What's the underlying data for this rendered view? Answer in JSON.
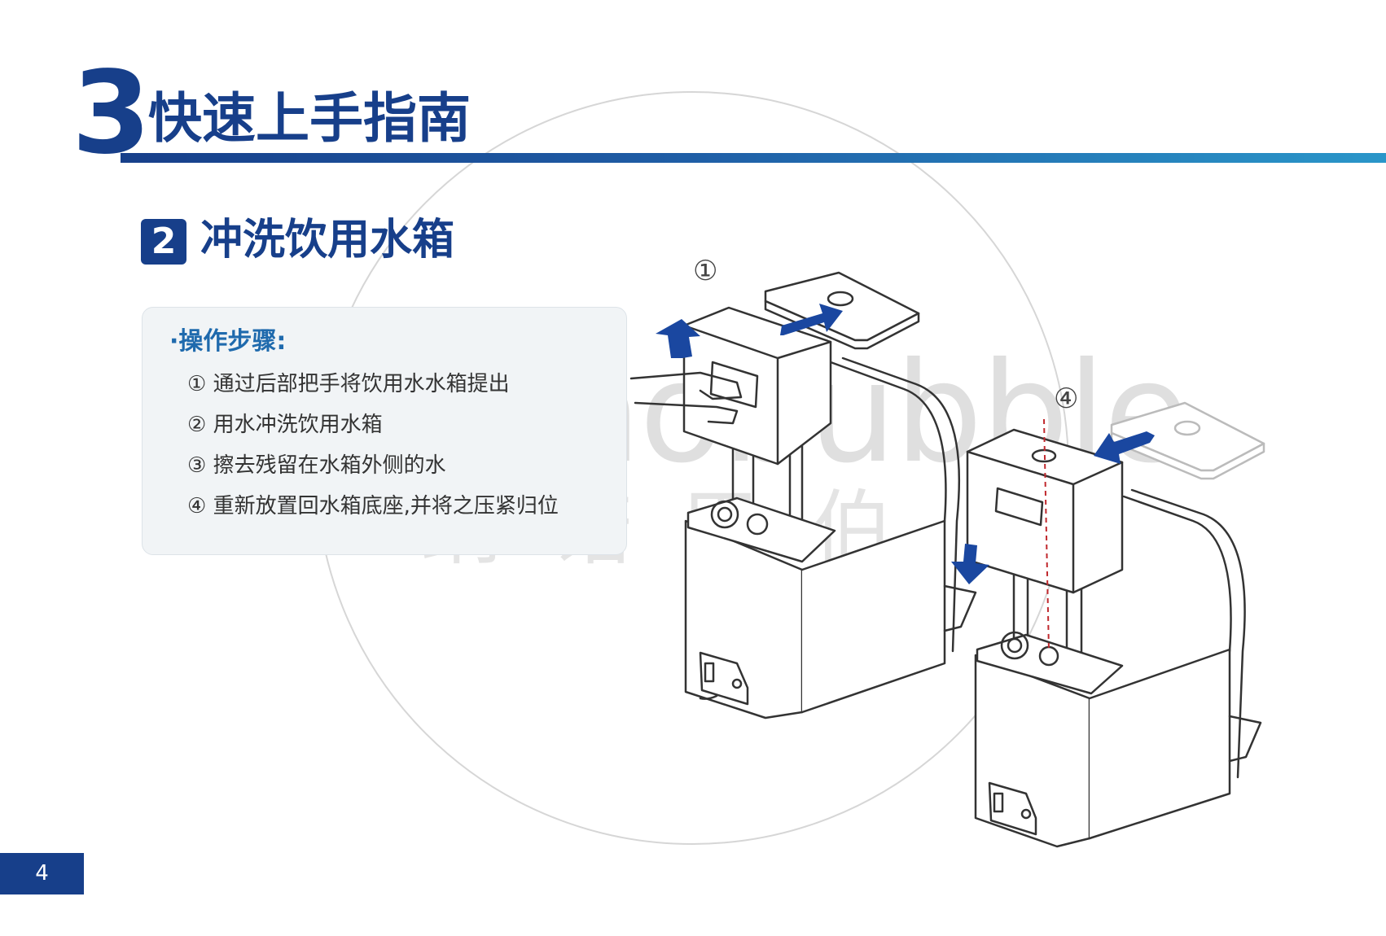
{
  "chapter": {
    "number": "3",
    "title": "快速上手指南"
  },
  "section": {
    "number": "2",
    "title": "冲洗饮用水箱"
  },
  "steps": {
    "heading": "·操作步骤:",
    "items": [
      "① 通过后部把手将饮用水水箱提出",
      "② 用水冲洗饮用水箱",
      "③ 擦去残留在水箱外侧的水",
      "④ 重新放置回水箱底座,并将之压紧归位"
    ]
  },
  "illustration": {
    "label_1": "①",
    "label_4": "④"
  },
  "watermark": {
    "text": "Nanobubble",
    "text_cn": "纳诺巴伯"
  },
  "page_number": "4",
  "colors": {
    "brand_navy": "#173f8a",
    "accent_blue": "#1f6aad",
    "arrow_blue": "#1a47a0"
  }
}
